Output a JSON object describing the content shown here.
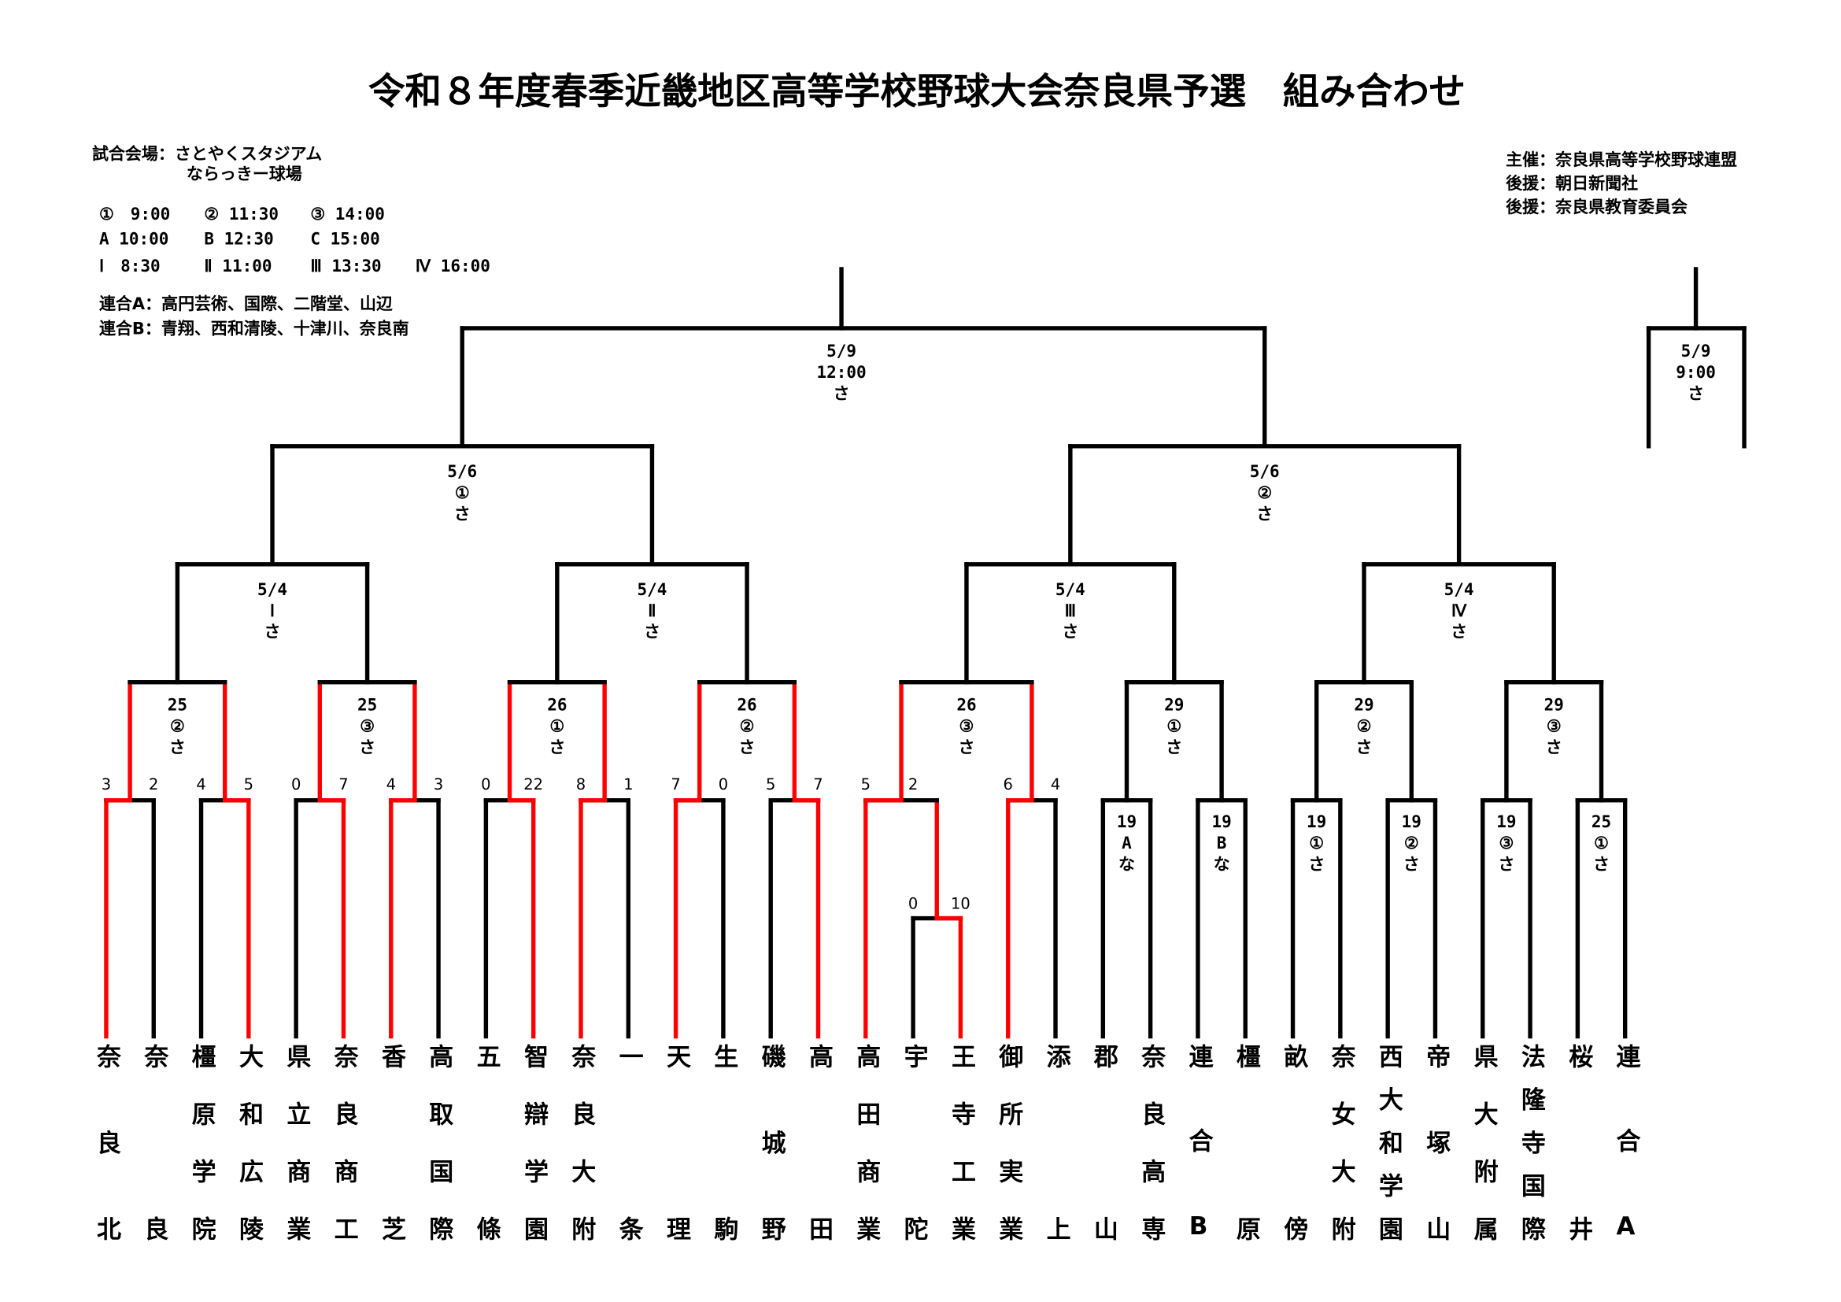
{
  "title": "令和８年度春季近畿地区高等学校野球大会奈良県予選　組み合わせ",
  "venue": {
    "label": "試合会場：さとやくスタジアム",
    "second": "ならっきー球場"
  },
  "times": [
    [
      "①　9:00",
      "② 11:30",
      "③ 14:00"
    ],
    [
      "A 10:00",
      "B 12:30",
      "C 15:00"
    ],
    [
      "Ⅰ　8:30",
      "Ⅱ 11:00",
      "Ⅲ 13:30",
      "Ⅳ 16:00"
    ]
  ],
  "combined": [
    "連合A：高円芸術、国際、二階堂、山辺",
    "連合B：青翔、西和清陵、十津川、奈良南"
  ],
  "sponsors": [
    "主催：奈良県高等学校野球連盟",
    "後援：朝日新聞社",
    "後援：奈良県教育委員会"
  ],
  "colors": {
    "line": "#000000",
    "winner": "#ff0000"
  },
  "teams": [
    "奈良北",
    "奈良",
    "橿原学院",
    "大和広陵",
    "県立商業",
    "奈良商工",
    "香芝",
    "高取国際",
    "五條",
    "智辯学園",
    "奈良大附",
    "一条",
    "天理",
    "生駒",
    "磯城野",
    "高田",
    "高田商業",
    "宇陀",
    "王寺工業",
    "御所実業",
    "添上",
    "郡山",
    "奈良高専",
    "連合B",
    "橿原",
    "畝傍",
    "奈女大附",
    "西大和学園",
    "帝塚山",
    "県大附属",
    "法隆寺国際",
    "桜井",
    "連合A"
  ],
  "first_round": [
    {
      "teams": [
        0,
        1
      ],
      "scores": [
        "3",
        "2"
      ],
      "winner": 0
    },
    {
      "teams": [
        2,
        3
      ],
      "scores": [
        "4",
        "5"
      ],
      "winner": 1
    },
    {
      "teams": [
        4,
        5
      ],
      "scores": [
        "0",
        "7"
      ],
      "winner": 1
    },
    {
      "teams": [
        6,
        7
      ],
      "scores": [
        "4",
        "3"
      ],
      "winner": 0
    },
    {
      "teams": [
        8,
        9
      ],
      "scores": [
        "0",
        "22"
      ],
      "winner": 1
    },
    {
      "teams": [
        10,
        11
      ],
      "scores": [
        "8",
        "1"
      ],
      "winner": 0
    },
    {
      "teams": [
        12,
        13
      ],
      "scores": [
        "7",
        "0"
      ],
      "winner": 0
    },
    {
      "teams": [
        14,
        15
      ],
      "scores": [
        "5",
        "7"
      ],
      "winner": 1
    },
    {
      "teams": [
        16,
        "sub"
      ],
      "scores": [
        "5",
        "2"
      ],
      "winner": 0
    },
    {
      "teams": [
        19,
        20
      ],
      "scores": [
        "6",
        "4"
      ],
      "winner": 0
    }
  ],
  "sub_match": {
    "teams": [
      17,
      18
    ],
    "scores": [
      "0",
      "10"
    ],
    "winner": 1
  },
  "scheduled_first_round": [
    {
      "teams": [
        21,
        22
      ],
      "label": [
        "19",
        "A",
        "な"
      ]
    },
    {
      "teams": [
        23,
        24
      ],
      "label": [
        "19",
        "B",
        "な"
      ]
    },
    {
      "teams": [
        25,
        26
      ],
      "label": [
        "19",
        "①",
        "さ"
      ]
    },
    {
      "teams": [
        27,
        28
      ],
      "label": [
        "19",
        "②",
        "さ"
      ]
    },
    {
      "teams": [
        29,
        30
      ],
      "label": [
        "19",
        "③",
        "さ"
      ]
    },
    {
      "teams": [
        31,
        32
      ],
      "label": [
        "25",
        "①",
        "さ"
      ]
    }
  ],
  "round2": [
    [
      "25",
      "②",
      "さ"
    ],
    [
      "25",
      "③",
      "さ"
    ],
    [
      "26",
      "①",
      "さ"
    ],
    [
      "26",
      "②",
      "さ"
    ],
    [
      "26",
      "③",
      "さ"
    ],
    [
      "29",
      "①",
      "さ"
    ],
    [
      "29",
      "②",
      "さ"
    ],
    [
      "29",
      "③",
      "さ"
    ]
  ],
  "round3": [
    [
      "5/4",
      "Ⅰ",
      "さ"
    ],
    [
      "5/4",
      "Ⅱ",
      "さ"
    ],
    [
      "5/4",
      "Ⅲ",
      "さ"
    ],
    [
      "5/4",
      "Ⅳ",
      "さ"
    ]
  ],
  "semifinal": [
    [
      "5/6",
      "①",
      "さ"
    ],
    [
      "5/6",
      "②",
      "さ"
    ]
  ],
  "final": [
    "5/9",
    "12:00",
    "さ"
  ],
  "third_place": [
    "5/9",
    "9:00",
    "さ"
  ]
}
